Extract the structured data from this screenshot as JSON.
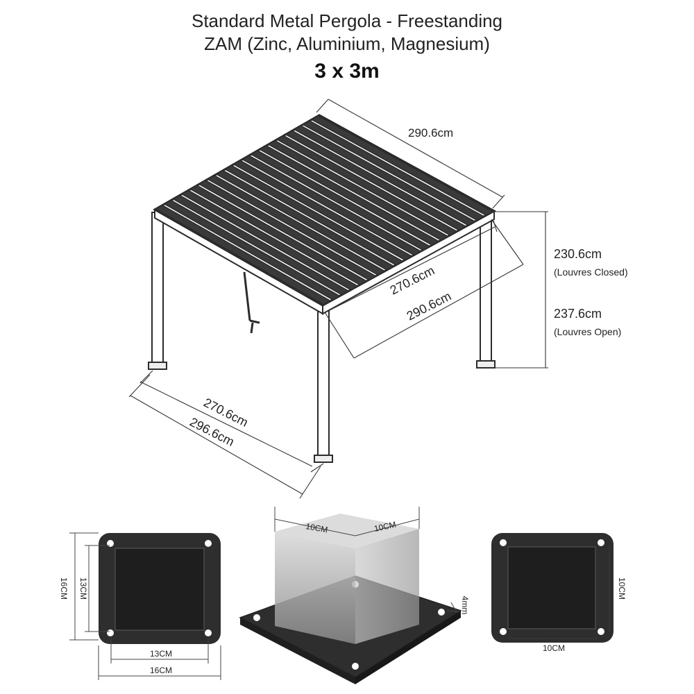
{
  "header": {
    "title_line1": "Standard Metal Pergola - Freestanding",
    "title_line2": "ZAM (Zinc, Aluminium, Magnesium)",
    "size": "3 x 3m"
  },
  "pergola": {
    "depth_top": "290.6cm",
    "inner_depth": "270.6cm",
    "outer_depth": "290.6cm",
    "height_closed_value": "230.6cm",
    "height_closed_note": "(Louvres Closed)",
    "height_open_value": "237.6cm",
    "height_open_note": "(Louvres Open)",
    "inner_width": "270.6cm",
    "outer_width": "296.6cm"
  },
  "base_plates": {
    "left": {
      "height_outer": "16CM",
      "height_inner": "13CM",
      "width_inner": "13CM",
      "width_outer": "16CM"
    },
    "middle": {
      "post_left": "10CM",
      "post_right": "10CM",
      "thickness": "4mm"
    },
    "right": {
      "height": "10CM",
      "width": "10CM"
    }
  },
  "colors": {
    "frame": "#2b2b2b",
    "plate": "#2e2e2e",
    "dim": "#333333",
    "post_grey": "#b8b8b8"
  }
}
